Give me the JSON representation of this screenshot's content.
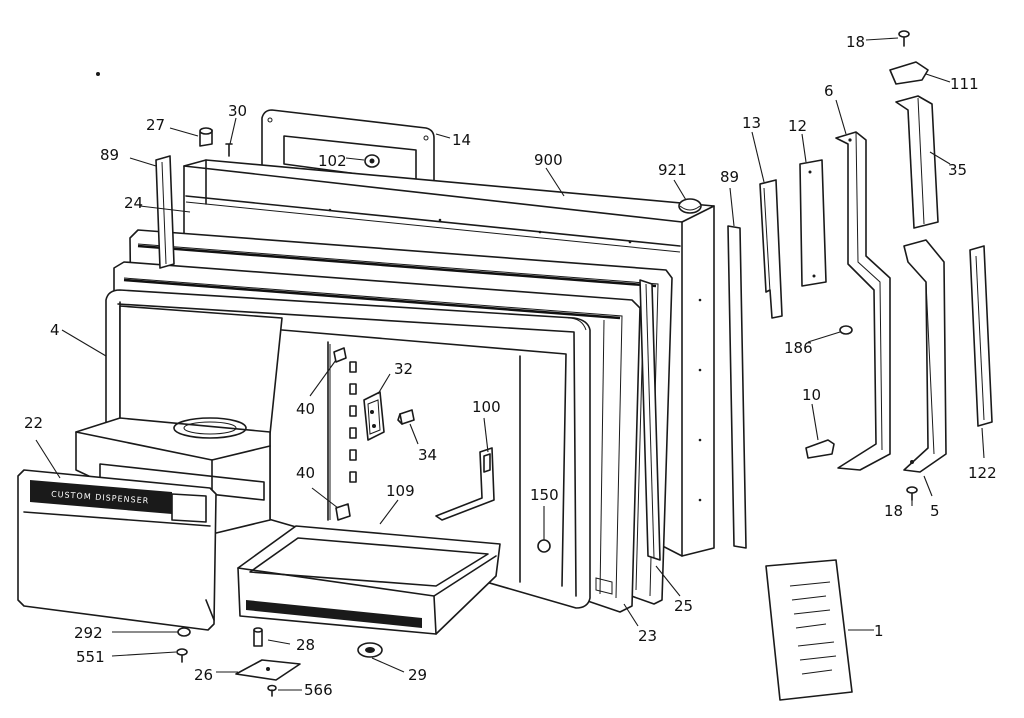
{
  "diagram": {
    "callouts": [
      {
        "id": "18a",
        "text": "18"
      },
      {
        "id": "111",
        "text": "111"
      },
      {
        "id": "6",
        "text": "6"
      },
      {
        "id": "35",
        "text": "35"
      },
      {
        "id": "13",
        "text": "13"
      },
      {
        "id": "12",
        "text": "12"
      },
      {
        "id": "27",
        "text": "27"
      },
      {
        "id": "30",
        "text": "30"
      },
      {
        "id": "14",
        "text": "14"
      },
      {
        "id": "102",
        "text": "102"
      },
      {
        "id": "900",
        "text": "900"
      },
      {
        "id": "921",
        "text": "921"
      },
      {
        "id": "89a",
        "text": "89"
      },
      {
        "id": "89b",
        "text": "89"
      },
      {
        "id": "24",
        "text": "24"
      },
      {
        "id": "4",
        "text": "4"
      },
      {
        "id": "32",
        "text": "32"
      },
      {
        "id": "40a",
        "text": "40"
      },
      {
        "id": "100",
        "text": "100"
      },
      {
        "id": "186",
        "text": "186"
      },
      {
        "id": "10",
        "text": "10"
      },
      {
        "id": "22",
        "text": "22"
      },
      {
        "id": "34",
        "text": "34"
      },
      {
        "id": "122",
        "text": "122"
      },
      {
        "id": "40b",
        "text": "40"
      },
      {
        "id": "109",
        "text": "109"
      },
      {
        "id": "150",
        "text": "150"
      },
      {
        "id": "18b",
        "text": "18"
      },
      {
        "id": "5",
        "text": "5"
      },
      {
        "id": "25",
        "text": "25"
      },
      {
        "id": "23",
        "text": "23"
      },
      {
        "id": "292",
        "text": "292"
      },
      {
        "id": "28",
        "text": "28"
      },
      {
        "id": "551",
        "text": "551"
      },
      {
        "id": "1",
        "text": "1"
      },
      {
        "id": "26",
        "text": "26"
      },
      {
        "id": "29",
        "text": "29"
      },
      {
        "id": "566",
        "text": "566"
      }
    ],
    "dispenser_text": "CUSTOM DISPENSER"
  }
}
